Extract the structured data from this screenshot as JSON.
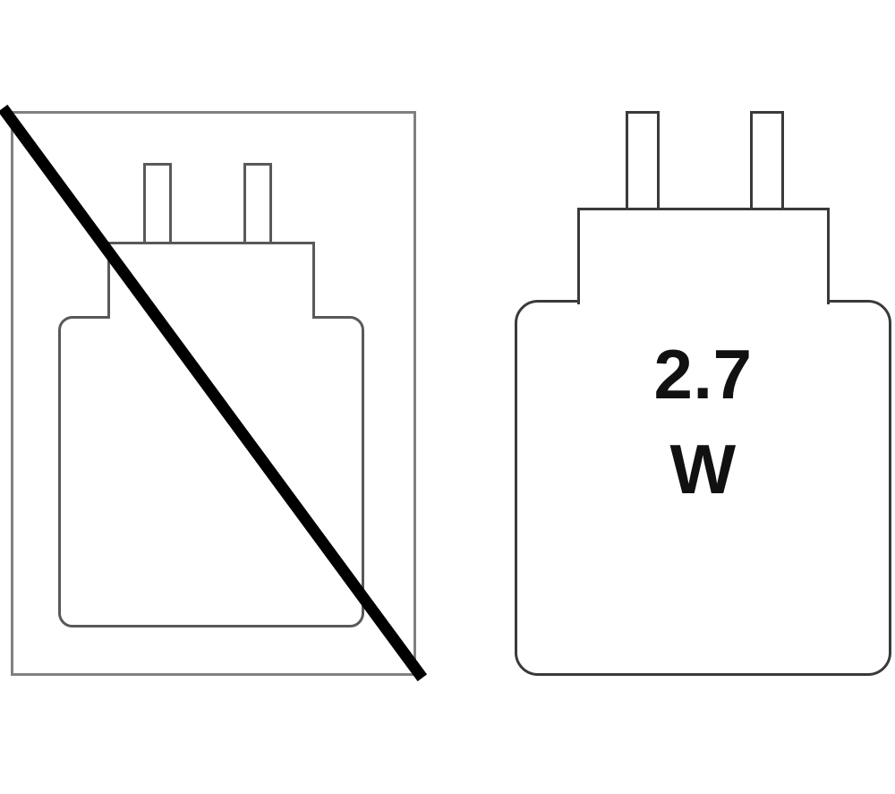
{
  "figure": {
    "title": "Mains charger inclusion comparison diagram",
    "type": "product-illustration"
  },
  "left_panel": {
    "name": "excluded-charger",
    "meaning": "charger-not-included",
    "frame_color": "#808080",
    "outline_color": "#595959",
    "slash_color": "#000000",
    "charger": {
      "pin_count": 2,
      "pins": [
        "pin-left",
        "pin-right"
      ],
      "neck": "plug-neck",
      "body": "charger-body"
    }
  },
  "right_panel": {
    "name": "included-charger",
    "meaning": "charger-included",
    "outline_color": "#3a3a3a",
    "label": {
      "value": "2.7",
      "unit": "W",
      "full": "2.7 W",
      "color": "#111111"
    },
    "charger": {
      "pin_count": 2,
      "pins": [
        "pin-left",
        "pin-right"
      ],
      "neck": "plug-neck",
      "body": "charger-body"
    }
  },
  "canvas": {
    "background": "#ffffff",
    "width": "1000",
    "height": "887"
  }
}
